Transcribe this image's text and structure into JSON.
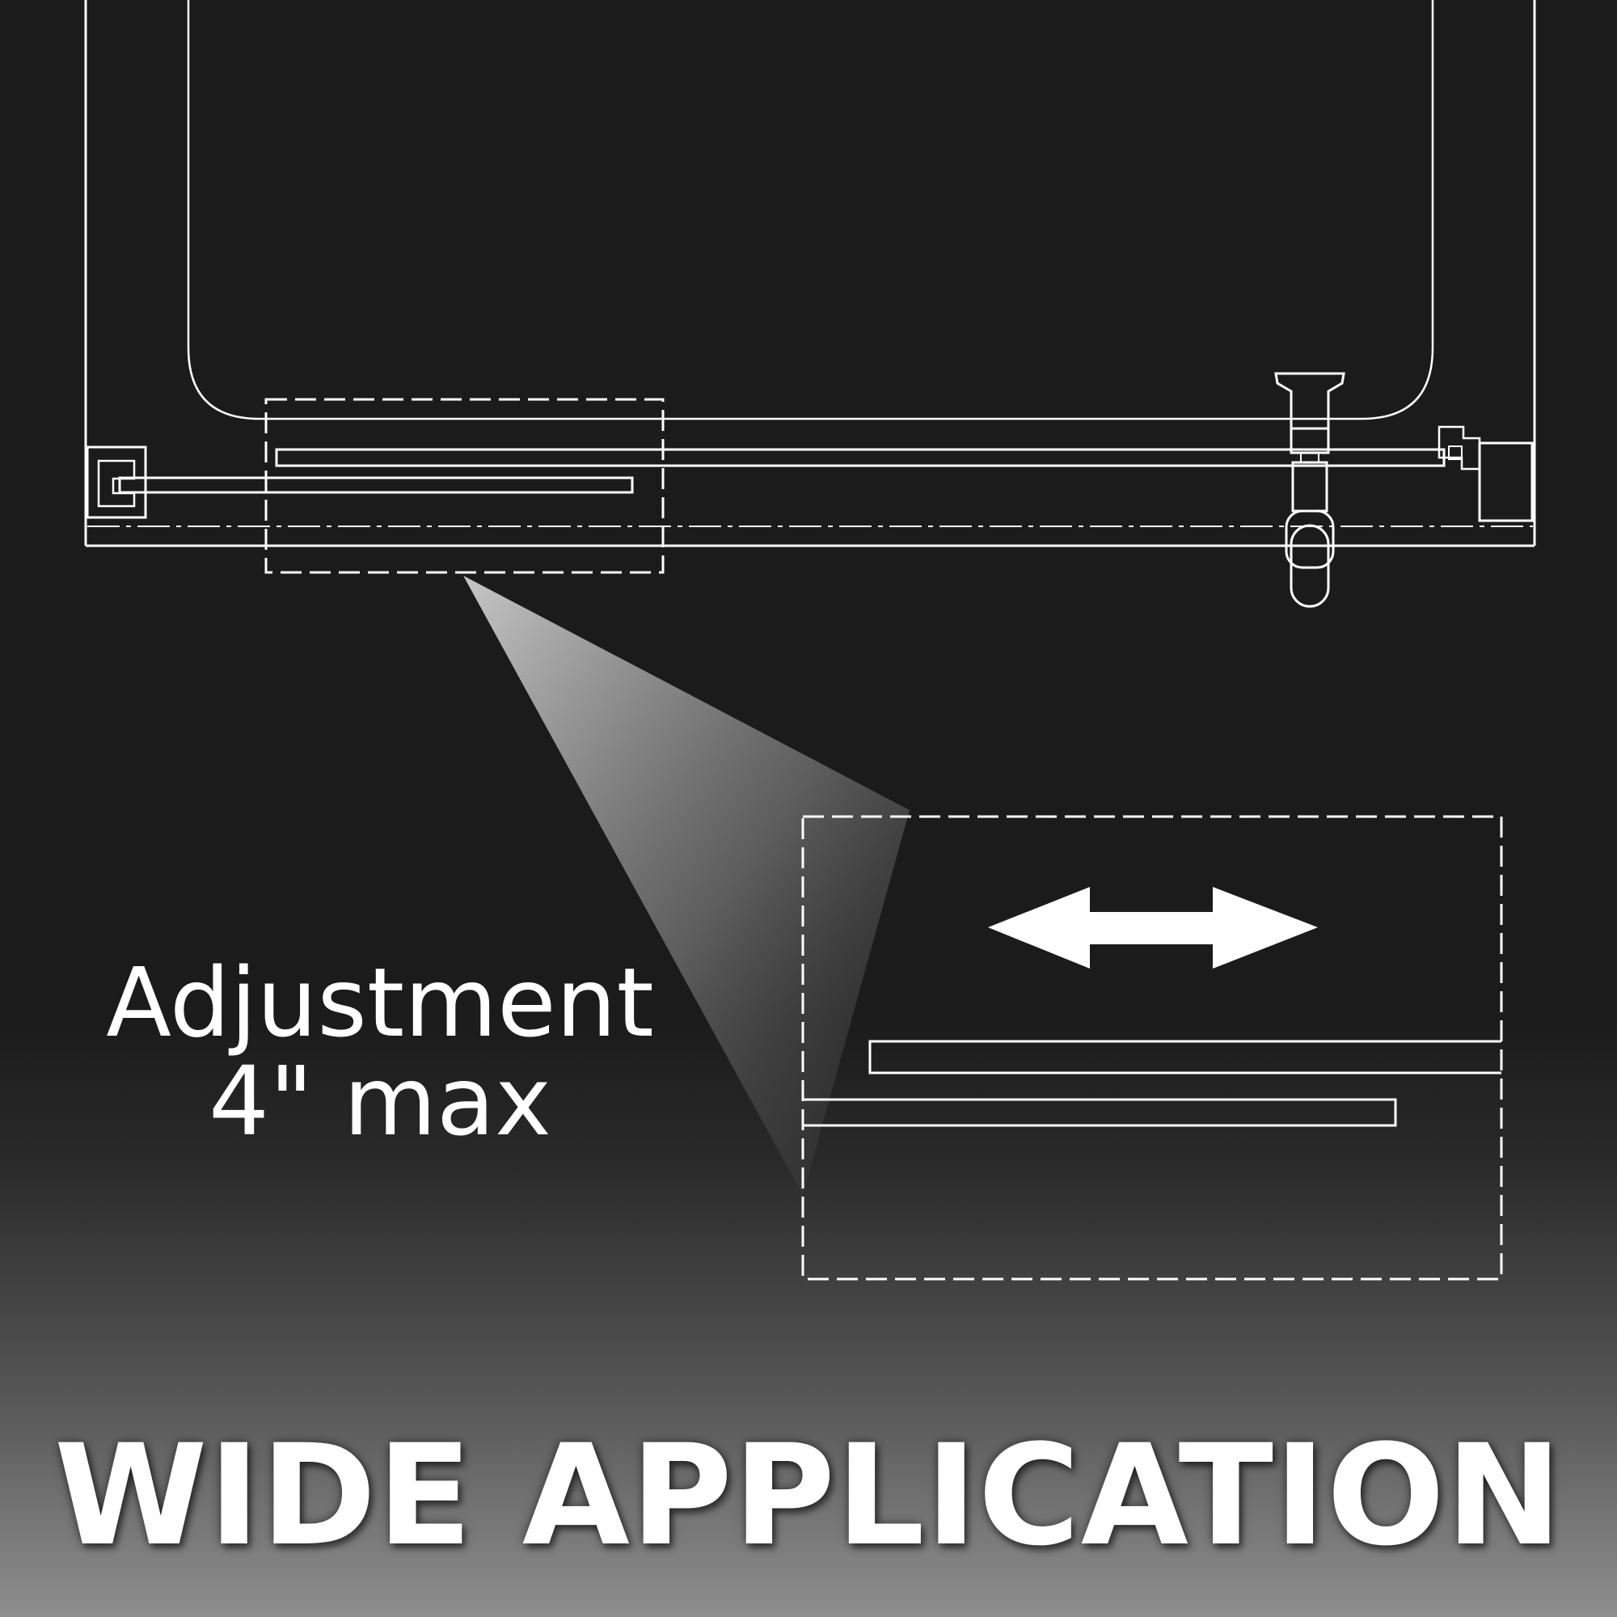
{
  "callout": {
    "line1": "Adjustment",
    "line2": "4\" max"
  },
  "headline": "WIDE APPLICATION",
  "icons": {
    "arrow": "double-headed-arrow-icon"
  },
  "colors": {
    "background": "#1b1b1b",
    "line": "#ffffff",
    "bottom_gradient": "#8e8e8e"
  }
}
